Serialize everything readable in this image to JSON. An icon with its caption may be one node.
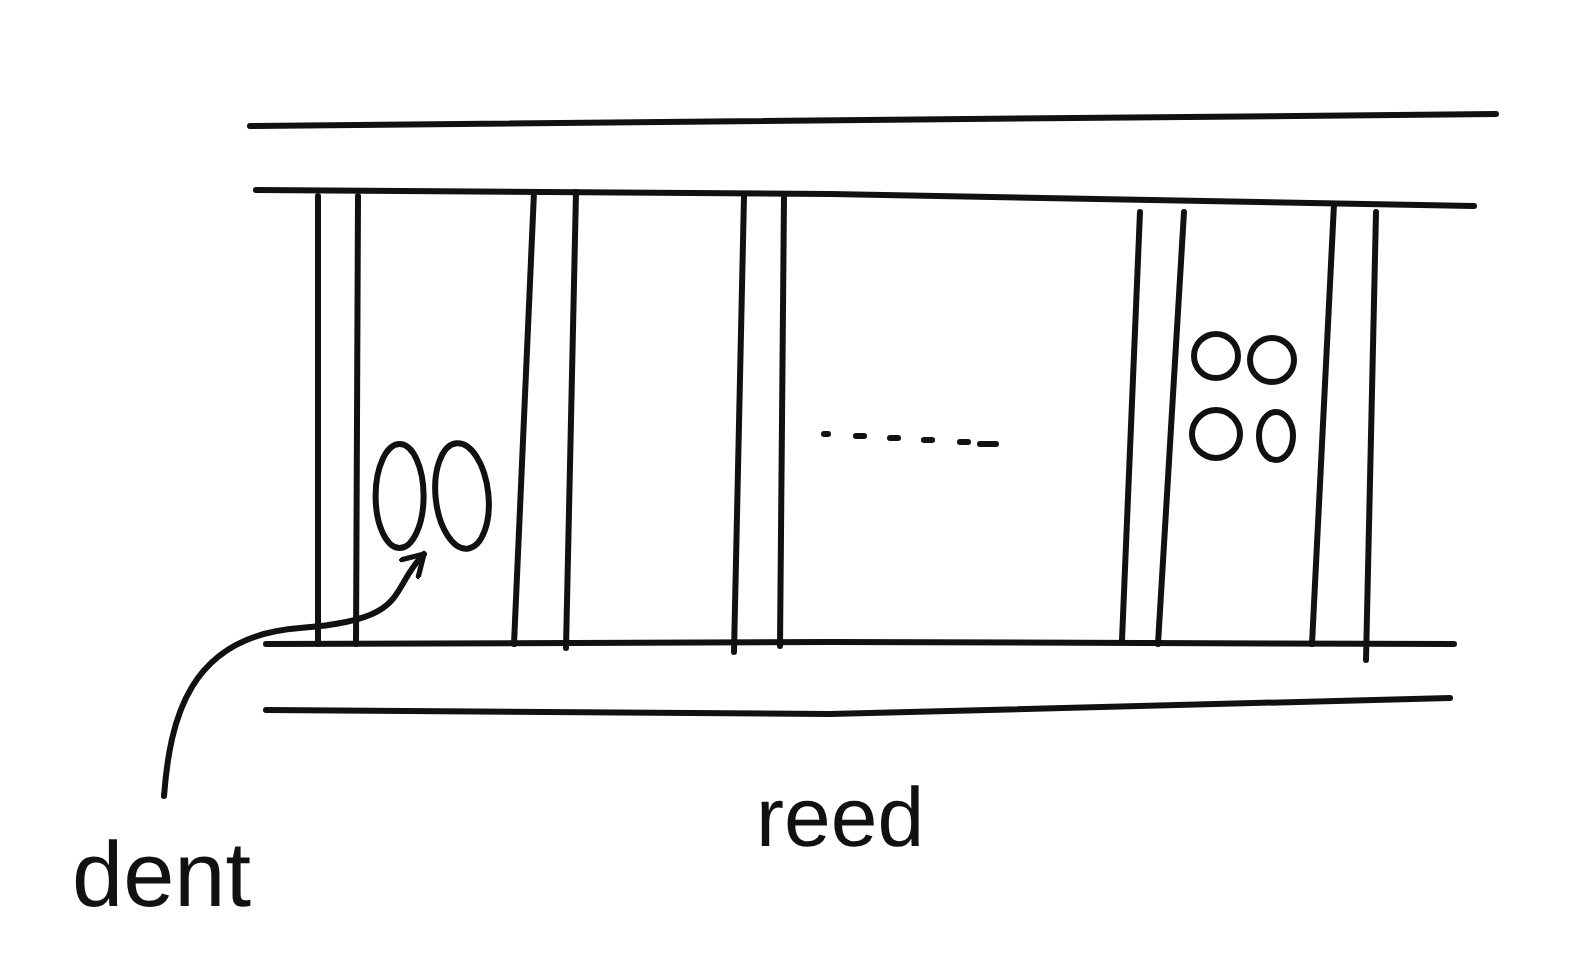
{
  "diagram": {
    "nodes": [
      {
        "text": [
          "dent"
        ]
      },
      {
        "text": [],
        "shape": "circle"
      }
    ],
    "edges": [
      {
        "from": 0,
        "to": 1,
        "arrow": "to"
      }
    ],
    "labels": [
      "reed"
    ]
  }
}
